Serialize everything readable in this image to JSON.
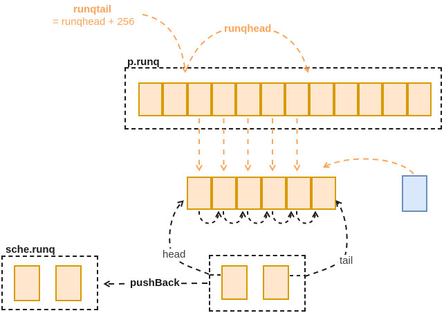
{
  "colors": {
    "accent-orange": "#FBA55C",
    "cell-border": "#D79B00",
    "cell-fill": "#FFE6CC",
    "blue-border": "#6C8EBF",
    "blue-fill": "#DAE8FC",
    "line-black": "#1a1a1a"
  },
  "labels": {
    "runqtail": "runqtail",
    "runqtail_formula": "= runqhead + 256",
    "runqhead": "runqhead",
    "p_runq": "p.runq",
    "sche_runq": "sche.runq",
    "head": "head",
    "tail": "tail",
    "push_back": "pushBack"
  },
  "structures": {
    "p_runq_array": {
      "cells": 12
    },
    "transfer_row": {
      "cells": 6
    },
    "blue_slot": {
      "cells": 1
    },
    "sche_runq_box": {
      "cells": 2
    },
    "gqueue_box": {
      "cells": 2
    }
  }
}
